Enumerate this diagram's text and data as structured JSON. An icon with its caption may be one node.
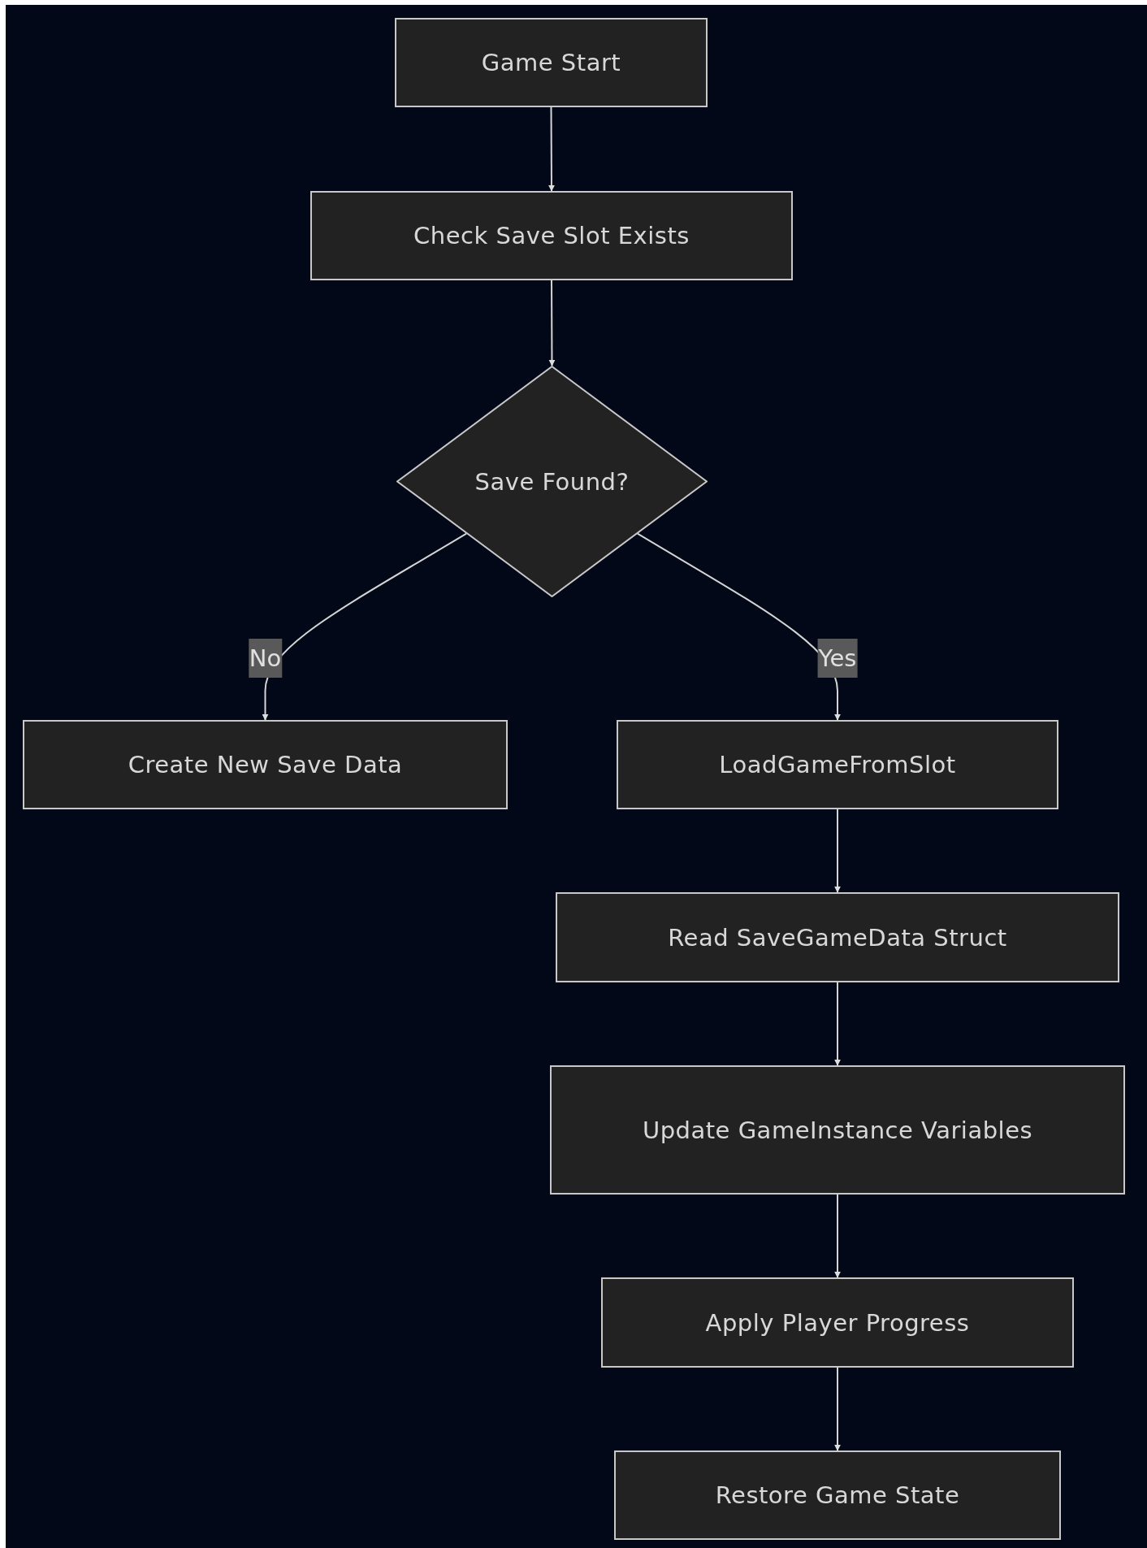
{
  "diagram": {
    "nodes": [
      {
        "text": [
          "Game Start"
        ]
      },
      {
        "text": [
          "Check Save Slot Exists"
        ]
      },
      {
        "text": [
          "Save Found?"
        ]
      },
      {
        "text": [
          "Create New Save Data"
        ]
      },
      {
        "text": [
          "LoadGameFromSlot"
        ]
      },
      {
        "text": [
          "Read SaveGameData Struct"
        ]
      },
      {
        "text": [
          "Update GameInstance Variables"
        ]
      },
      {
        "text": [
          "Apply Player Progress"
        ]
      },
      {
        "text": [
          "Restore Game State"
        ]
      }
    ],
    "edges": [
      {
        "from": 0,
        "to": 1,
        "arrow": "to"
      },
      {
        "from": 1,
        "to": 2,
        "arrow": "to"
      },
      {
        "from": 2,
        "to": 3,
        "arrow": "to",
        "label": "No"
      },
      {
        "from": 2,
        "to": 4,
        "arrow": "to",
        "label": "Yes"
      },
      {
        "from": 4,
        "to": 5,
        "arrow": "to"
      },
      {
        "from": 5,
        "to": 6,
        "arrow": "to"
      },
      {
        "from": 6,
        "to": 7,
        "arrow": "to"
      },
      {
        "from": 7,
        "to": 8,
        "arrow": "to"
      }
    ]
  }
}
